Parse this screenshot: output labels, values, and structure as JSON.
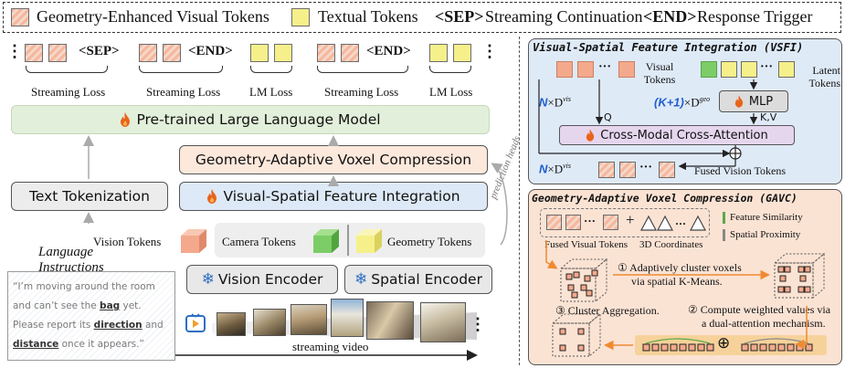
{
  "legend": {
    "geo_tokens": "Geometry-Enhanced Visual Tokens",
    "text_tokens": "Textual Tokens",
    "sep_token": "<SEP>",
    "sep_desc": "Streaming Continuation",
    "end_token": "<END>",
    "end_desc": "Response Trigger"
  },
  "top_tokens": {
    "sep": "<SEP>",
    "end1": "<END>",
    "end2": "<END>",
    "dots": "⋮"
  },
  "losses": [
    "Streaming Loss",
    "Streaming Loss",
    "LM Loss",
    "Streaming Loss",
    "LM Loss"
  ],
  "llm_label": "Pre-trained Large Language Model",
  "gavc_box_label": "Geometry-Adaptive Voxel Compression",
  "vsfi_box_label": "Visual-Spatial Feature Integration",
  "text_tokenization": "Text Tokenization",
  "prediction_heads": "prediction heads",
  "token_row": {
    "vision": "Vision Tokens",
    "camera": "Camera Tokens",
    "geometry": "Geometry Tokens"
  },
  "language_instructions": "Language Instructions",
  "instruction": {
    "line1": "“I’m moving around the room",
    "line2a": "and can’t see the ",
    "bag": "bag",
    "line2b": " yet.",
    "line3a": "Please report its ",
    "direction": "direction",
    "line3b": " and",
    "distance": "distance",
    "line4b": " once it appears.”"
  },
  "vision_encoder": "Vision Encoder",
  "spatial_encoder": "Spatial Encoder",
  "streaming_video": "streaming video",
  "vsfi": {
    "title": "Visual-Spatial Feature Integration (VSFI)",
    "visual_tokens": "Visual Tokens",
    "latent_tokens": "Latent Tokens",
    "n": "N",
    "dvis": "×D",
    "vis_sup": "vis",
    "k1": "(K+1)",
    "geo_sup": "geo",
    "mlp": "MLP",
    "q": "Q",
    "kv": "K,V",
    "cross_attention": "Cross-Modal Cross-Attention",
    "fused": "Fused Vision Tokens",
    "dots": "···"
  },
  "gavc": {
    "title": "Geometry-Adaptive Voxel Compression (GAVC)",
    "fused_visual": "Fused Visual Tokens",
    "coords": "3D Coordinates",
    "feature_similarity": "Feature Similarity",
    "spatial_proximity": "Spatial Proximity",
    "step1a": "① Adaptively cluster voxels",
    "step1b": "via spatial K-Means.",
    "step2a": "② Compute weighted values via",
    "step2b": "a dual-attention mechanism.",
    "step3": "③ Cluster Aggregation.",
    "plus": "+",
    "oplus": "⊕"
  },
  "colors": {
    "llm_bg": "#e2efda",
    "gavc_box_bg": "#fde8dc",
    "vsfi_box_bg": "#dde9f6",
    "vsfi_panel_bg": "#dfeaf7",
    "gavc_panel_bg": "#fbe3d4",
    "fire": "#e8641c",
    "snow": "#2f6fc4",
    "accent_blue": "#1f5fd0"
  }
}
